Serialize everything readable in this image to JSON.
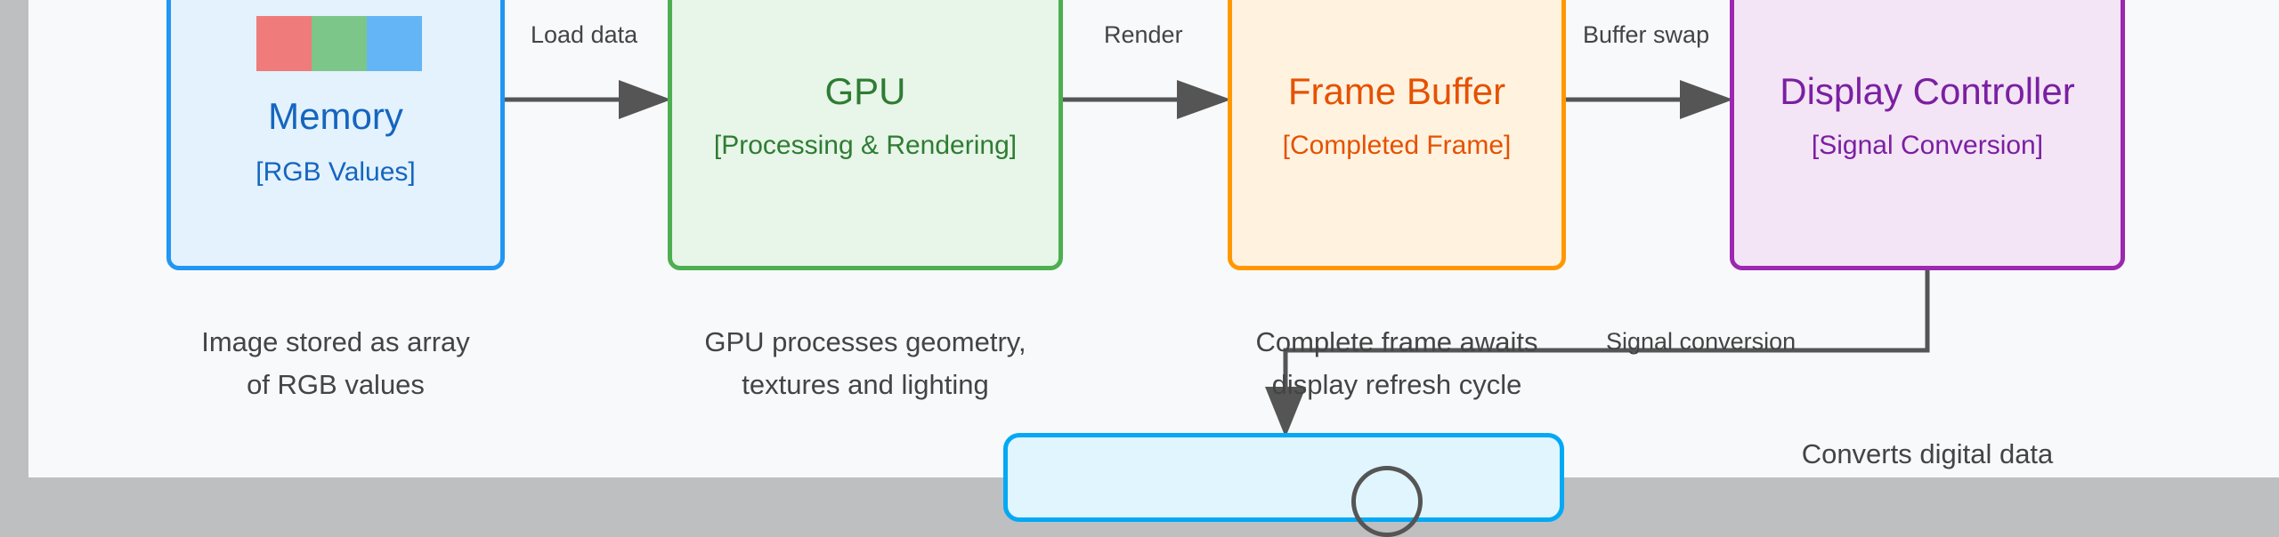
{
  "nodes": {
    "memory": {
      "title": "Memory",
      "subtitle": "[RGB Values]",
      "swatch_colors": [
        "#ef7b7b",
        "#7dc68a",
        "#64b5f6"
      ]
    },
    "gpu": {
      "title": "GPU",
      "subtitle": "[Processing & Rendering]"
    },
    "frame_buffer": {
      "title": "Frame Buffer",
      "subtitle": "[Completed Frame]"
    },
    "display_controller": {
      "title": "Display Controller",
      "subtitle": "[Signal Conversion]"
    }
  },
  "edges": {
    "load_data": "Load data",
    "render": "Render",
    "buffer_swap": "Buffer swap",
    "signal_conversion": "Signal conversion"
  },
  "captions": {
    "memory": [
      "Image stored as array",
      "of RGB values"
    ],
    "gpu": [
      "GPU processes geometry,",
      "textures and lighting"
    ],
    "frame_buffer": [
      "Complete frame awaits",
      "display refresh cycle"
    ],
    "display_controller": [
      "Converts digital data"
    ]
  },
  "colors": {
    "memory": "#2196f3",
    "gpu": "#4caf50",
    "frame_buffer": "#ff9800",
    "display_controller": "#9c27b0",
    "display": "#03a9f4",
    "arrow": "#555555"
  }
}
